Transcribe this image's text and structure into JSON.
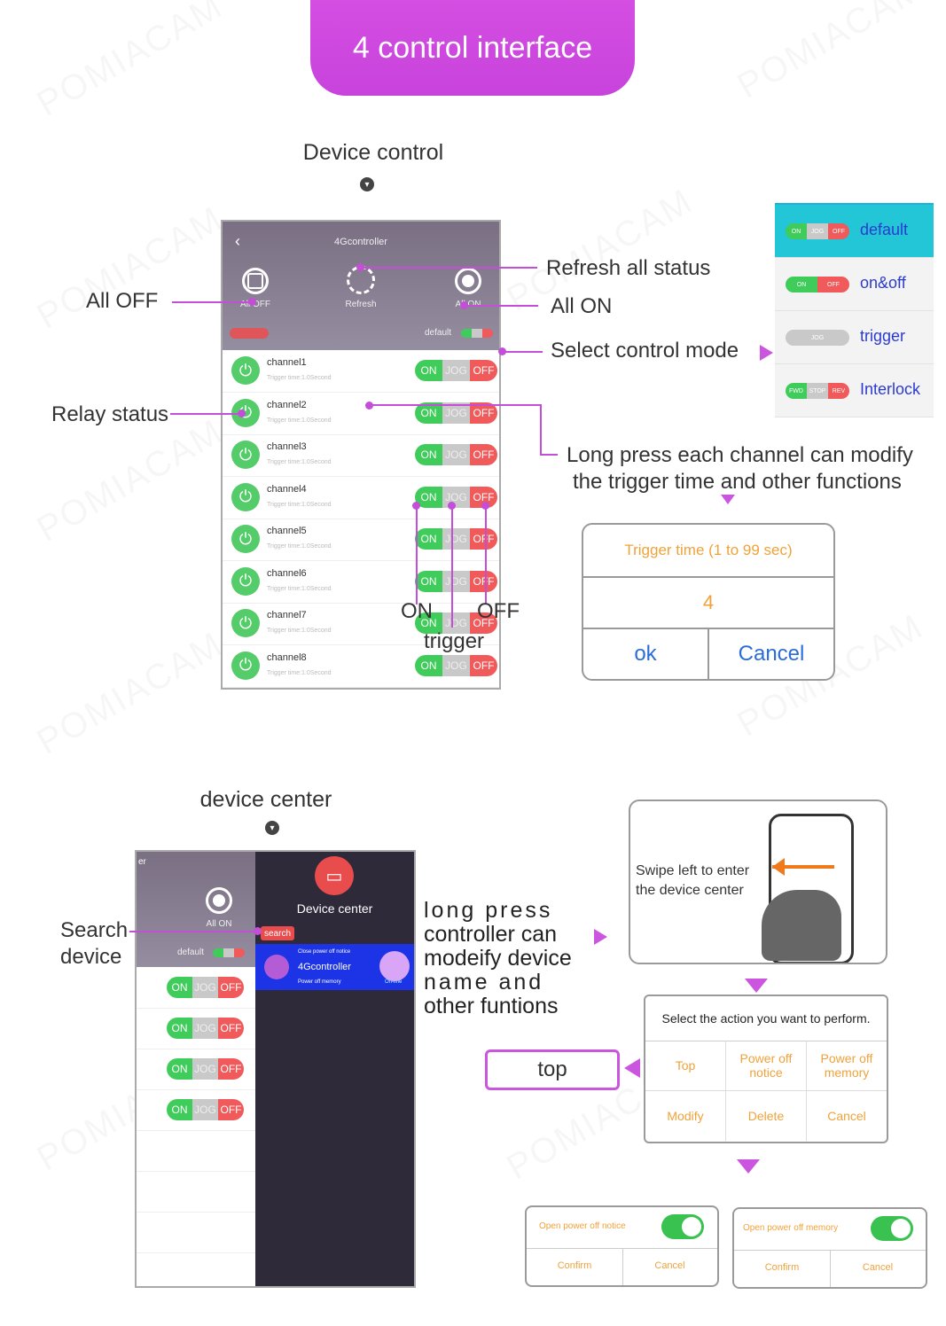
{
  "header": {
    "title": "4 control interface"
  },
  "section1": {
    "title": "Device control",
    "callouts": {
      "all_off": "All OFF",
      "relay_status": "Relay status",
      "refresh": "Refresh  all status",
      "all_on": "All ON",
      "select_mode": "Select control mode",
      "long_press_1": "Long press each channel can  modify",
      "long_press_2": "the trigger time and other functions",
      "on": "ON",
      "off": "OFF",
      "trigger": "trigger"
    },
    "phone": {
      "title": "4Gcontroller",
      "btn_all_off": "All OFF",
      "btn_refresh": "Refresh",
      "btn_all_on": "All ON",
      "mode_label": "default",
      "seg": {
        "on": "ON",
        "jog": "JOG",
        "off": "OFF"
      },
      "channels": [
        {
          "name": "channel1",
          "sub": "Trigger time:1.0Second"
        },
        {
          "name": "channel2",
          "sub": "Trigger time:1.0Second"
        },
        {
          "name": "channel3",
          "sub": "Trigger time:1.0Second"
        },
        {
          "name": "channel4",
          "sub": "Trigger time:1.0Second"
        },
        {
          "name": "channel5",
          "sub": "Trigger time:1.0Second"
        },
        {
          "name": "channel6",
          "sub": "Trigger time:1.0Second"
        },
        {
          "name": "channel7",
          "sub": "Trigger time:1.0Second"
        },
        {
          "name": "channel8",
          "sub": "Trigger time:1.0Second"
        }
      ]
    },
    "modes": [
      {
        "name": "default",
        "pill": [
          "ON",
          "JOG",
          "OFF"
        ]
      },
      {
        "name": "on&off",
        "pill": [
          "ON",
          "OFF"
        ]
      },
      {
        "name": "trigger",
        "pill": [
          "JOG"
        ]
      },
      {
        "name": "Interlock",
        "pill": [
          "FWD",
          "STOP",
          "REV"
        ]
      }
    ],
    "trigger_dialog": {
      "title": "Trigger time (1 to 99 sec)",
      "value": "4",
      "ok": "ok",
      "cancel": "Cancel"
    }
  },
  "section2": {
    "title": "device center",
    "callouts": {
      "search_1": "Search",
      "search_2": "device",
      "long_press": [
        "long  press",
        "controller  can",
        "modeify device",
        "name  and",
        "other funtions"
      ]
    },
    "phone": {
      "edge_text": "er",
      "all_on": "All ON",
      "mode_label": "default",
      "device_center": "Device center",
      "search": "search",
      "device_name": "4Gcontroller",
      "notice1": "Close power off notice",
      "notice2": "Power off memory",
      "status": "On-line"
    },
    "swipe_card": {
      "line1": "Swipe left to enter",
      "line2": "the device center"
    },
    "action_dialog": {
      "title": "Select the action you want to perform.",
      "items": [
        "Top",
        "Power off notice",
        "Power off memory",
        "Modify",
        "Delete",
        "Cancel"
      ]
    },
    "top_label": "top",
    "notice_dialogs": [
      {
        "label": "Open power off notice",
        "confirm": "Confirm",
        "cancel": "Cancel"
      },
      {
        "label": "Open power off memory",
        "confirm": "Confirm",
        "cancel": "Cancel"
      }
    ]
  },
  "colors": {
    "accent": "#c44ed8",
    "on": "#3fcc5b",
    "off": "#f05a5a",
    "mode_text": "#2b3bd0",
    "orange": "#f0a23a"
  },
  "watermark": "POMIACAM"
}
